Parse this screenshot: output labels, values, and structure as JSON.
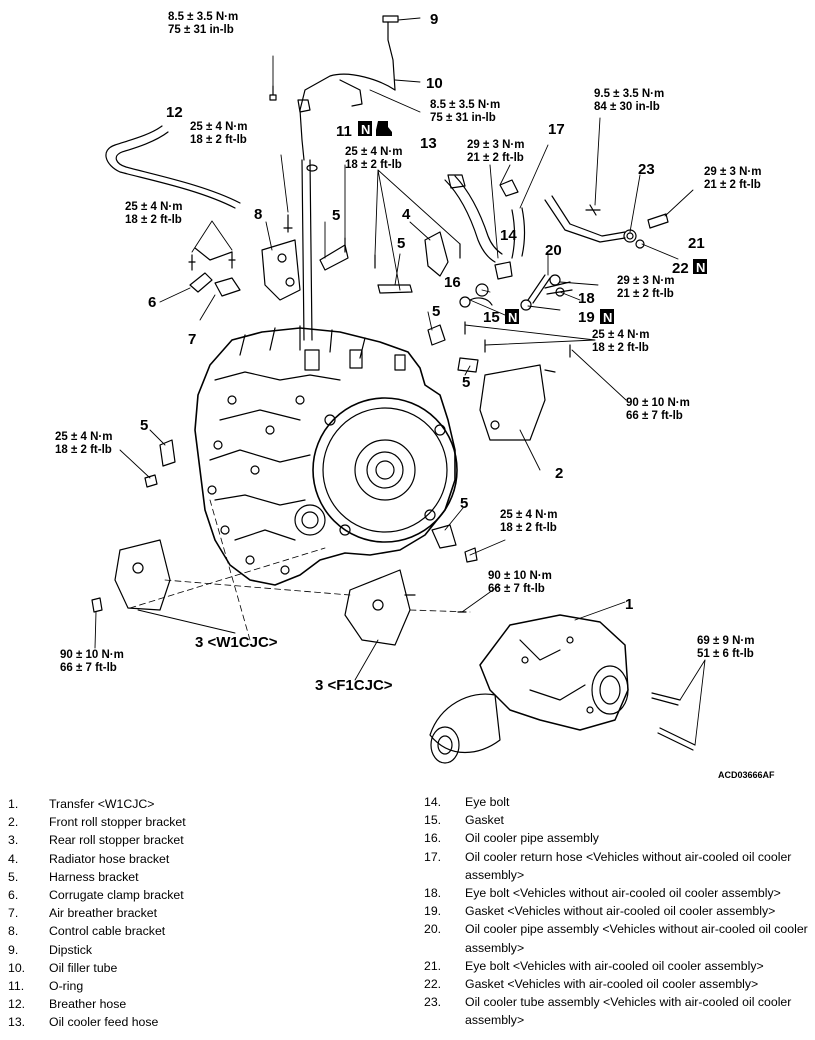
{
  "torques": {
    "t_dipstick": [
      "8.5 ± 3.5 N·m",
      "75 ± 31 in-lb"
    ],
    "t_filler": [
      "8.5 ± 3.5 N·m",
      "75 ± 31 in-lb"
    ],
    "t_topleft": [
      "25 ± 4 N·m",
      "18 ± 2 ft-lb"
    ],
    "t_upper": [
      "25 ± 4 N·m",
      "18 ± 2 ft-lb"
    ],
    "t_left": [
      "25 ± 4 N·m",
      "18 ± 2 ft-lb"
    ],
    "t_hose": [
      "29 ± 3 N·m",
      "21 ± 2 ft-lb"
    ],
    "t_84": [
      "9.5 ± 3.5 N·m",
      "84 ± 30 in-lb"
    ],
    "t_21": [
      "29 ± 3 N·m",
      "21 ± 2 ft-lb"
    ],
    "t_18": [
      "29 ± 3 N·m",
      "21 ± 2 ft-lb"
    ],
    "t_harness": [
      "25 ± 4 N·m",
      "18 ± 2 ft-lb"
    ],
    "t_roll": [
      "90 ± 10 N·m",
      "66 ± 7 ft-lb"
    ],
    "t_side": [
      "25 ± 4 N·m",
      "18 ± 2 ft-lb"
    ],
    "t_low": [
      "25 ± 4 N·m",
      "18 ± 2 ft-lb"
    ],
    "t_front": [
      "90 ± 10 N·m",
      "66 ± 7 ft-lb"
    ],
    "t_w1": [
      "90 ± 10 N·m",
      "66 ± 7 ft-lb"
    ],
    "t_transfer": [
      "69 ± 9 N·m",
      "51 ± 6 ft-lb"
    ]
  },
  "callouts": {
    "c1": "1",
    "c2": "2",
    "c3w": "3 <W1CJC>",
    "c3f": "3 <F1CJC>",
    "c4": "4",
    "c5a": "5",
    "c5b": "5",
    "c5c": "5",
    "c5d": "5",
    "c5e": "5",
    "c5f": "5",
    "c6": "6",
    "c7": "7",
    "c8": "8",
    "c9": "9",
    "c10": "10",
    "c11": "11",
    "c12": "12",
    "c13": "13",
    "c14": "14",
    "c15": "15",
    "c16": "16",
    "c17": "17",
    "c18": "18",
    "c19": "19",
    "c20": "20",
    "c21": "21",
    "c22": "22",
    "c23": "23",
    "n_mark": "N"
  },
  "figure_ref": "ACD03666AF",
  "legend_left": [
    {
      "num": "1.",
      "text": "Transfer <W1CJC>"
    },
    {
      "num": "2.",
      "text": "Front roll stopper bracket"
    },
    {
      "num": "3.",
      "text": "Rear roll stopper bracket"
    },
    {
      "num": "4.",
      "text": "Radiator hose bracket"
    },
    {
      "num": "5.",
      "text": "Harness bracket"
    },
    {
      "num": "6.",
      "text": "Corrugate clamp bracket"
    },
    {
      "num": "7.",
      "text": "Air breather bracket"
    },
    {
      "num": "8.",
      "text": "Control cable bracket"
    },
    {
      "num": "9.",
      "text": "Dipstick"
    },
    {
      "num": "10.",
      "text": "Oil filler tube"
    },
    {
      "num": "11.",
      "text": "O-ring"
    },
    {
      "num": "12.",
      "text": "Breather hose"
    },
    {
      "num": "13.",
      "text": "Oil cooler feed hose"
    }
  ],
  "legend_right": [
    {
      "num": "14.",
      "text": "Eye bolt"
    },
    {
      "num": "15.",
      "text": "Gasket"
    },
    {
      "num": "16.",
      "text": "Oil cooler pipe assembly"
    },
    {
      "num": "17.",
      "text": "Oil cooler return hose <Vehicles without air-cooled oil cooler assembly>"
    },
    {
      "num": "18.",
      "text": "Eye bolt <Vehicles without air-cooled oil cooler assembly>"
    },
    {
      "num": "19.",
      "text": "Gasket <Vehicles without air-cooled oil cooler assembly>"
    },
    {
      "num": "20.",
      "text": "Oil cooler pipe assembly <Vehicles without air-cooled oil cooler assembly>"
    },
    {
      "num": "21.",
      "text": "Eye bolt <Vehicles with air-cooled oil cooler assembly>"
    },
    {
      "num": "22.",
      "text": "Gasket <Vehicles with air-cooled oil cooler assembly>"
    },
    {
      "num": "23.",
      "text": "Oil cooler tube assembly <Vehicles with air-cooled oil cooler assembly>"
    }
  ]
}
